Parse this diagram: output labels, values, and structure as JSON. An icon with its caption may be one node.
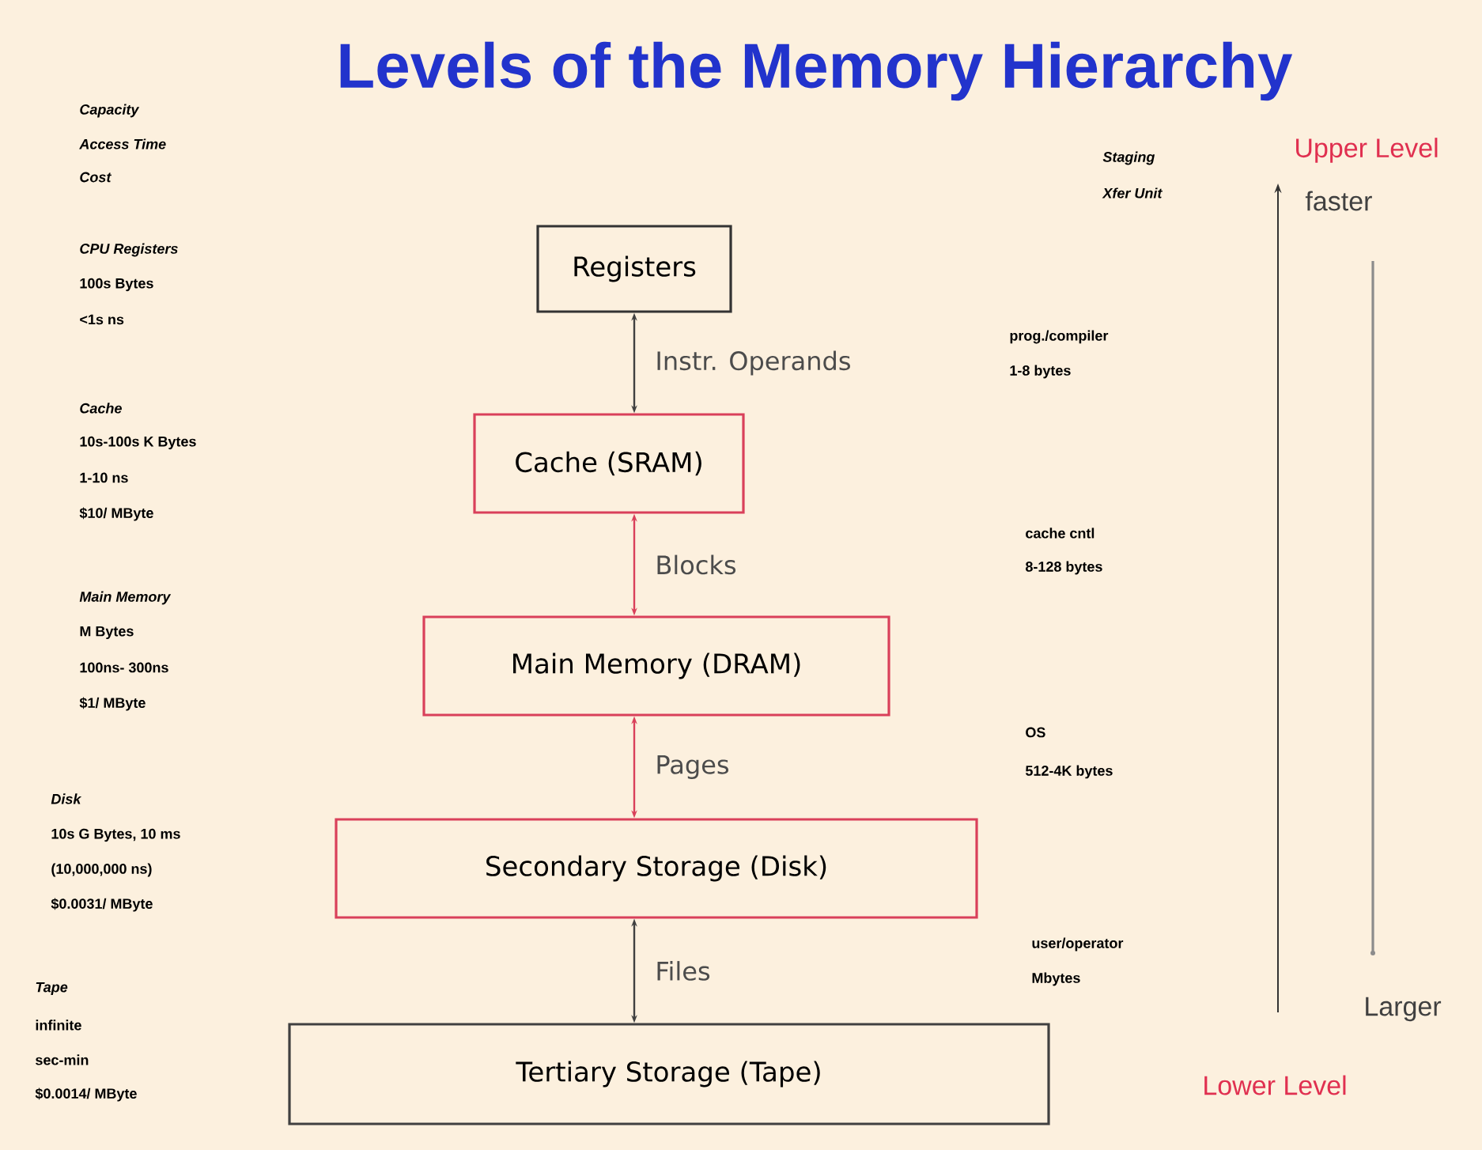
{
  "diagram": {
    "title": "Levels of the Memory Hierarchy",
    "nodes": [
      {
        "text": [
          "Registers"
        ]
      },
      {
        "text": [
          "Cache (SRAM)"
        ]
      },
      {
        "text": [
          "Main Memory (DRAM)"
        ]
      },
      {
        "text": [
          "Secondary Storage (Disk)"
        ]
      },
      {
        "text": [
          "Tertiary Storage (Tape)"
        ]
      }
    ],
    "edges": [
      {
        "from": 0,
        "to": 1,
        "arrow": "both",
        "label": "Instr. Operands"
      },
      {
        "from": 1,
        "to": 2,
        "arrow": "both",
        "label": "Blocks",
        "color": "#d9405a"
      },
      {
        "from": 2,
        "to": 3,
        "arrow": "both",
        "label": "Pages",
        "color": "#d9405a"
      },
      {
        "from": 3,
        "to": 4,
        "arrow": "both",
        "label": "Files"
      }
    ],
    "labels": [
      "Capacity",
      "Access Time",
      "Cost",
      "CPU Registers",
      "100s Bytes",
      "<1s ns",
      "Cache",
      "10s-100s K Bytes",
      "1-10 ns",
      "$10/ MByte",
      "Main Memory",
      "M Bytes",
      "100ns- 300ns",
      "$1/ MByte",
      "Disk",
      "10s G Bytes, 10 ms",
      "(10,000,000 ns)",
      "$0.0031/ MByte",
      "Tape",
      "infinite",
      "sec-min",
      "$0.0014/ MByte",
      "Staging",
      "Xfer Unit",
      "prog./compiler",
      "1-8 bytes",
      "cache cntl",
      "8-128 bytes",
      "OS",
      "512-4K bytes",
      "user/operator",
      "Mbytes",
      "Upper Level",
      "faster",
      "Larger",
      "Lower Level"
    ]
  }
}
